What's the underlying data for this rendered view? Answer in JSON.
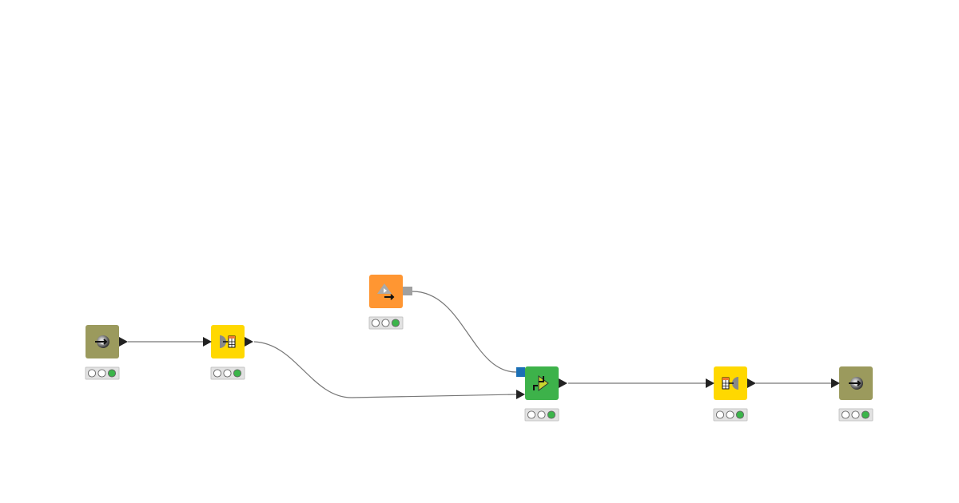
{
  "colors": {
    "olive": "#9b9a5d",
    "yellow": "#ffd800",
    "orange": "#ff9632",
    "green": "#3db24a",
    "status_ok": "#3bb54a",
    "flow_variable_port": "#1b6fb5",
    "model_port": "#a0a0a0",
    "connection": "#777777"
  },
  "nodes": [
    {
      "id": "n1",
      "kind": "component-input",
      "icon": "input-arrow-icon",
      "color": "olive",
      "status": "executed"
    },
    {
      "id": "n2",
      "kind": "container-input-table",
      "icon": "table-input-icon",
      "color": "yellow",
      "status": "executed"
    },
    {
      "id": "n3",
      "kind": "model-reader",
      "icon": "model-arrow-icon",
      "color": "orange",
      "status": "executed"
    },
    {
      "id": "n4",
      "kind": "predictor",
      "icon": "predictor-icon",
      "color": "green",
      "status": "executed"
    },
    {
      "id": "n5",
      "kind": "container-output-table",
      "icon": "table-output-icon",
      "color": "yellow",
      "status": "executed"
    },
    {
      "id": "n6",
      "kind": "component-output",
      "icon": "output-arrow-icon",
      "color": "olive",
      "status": "executed"
    }
  ],
  "connections": [
    {
      "from": "n1",
      "to": "n2",
      "type": "data"
    },
    {
      "from": "n2",
      "to": "n4",
      "type": "data"
    },
    {
      "from": "n3",
      "to": "n4",
      "type": "model"
    },
    {
      "from": "n4",
      "to": "n5",
      "type": "data"
    },
    {
      "from": "n5",
      "to": "n6",
      "type": "data"
    }
  ]
}
